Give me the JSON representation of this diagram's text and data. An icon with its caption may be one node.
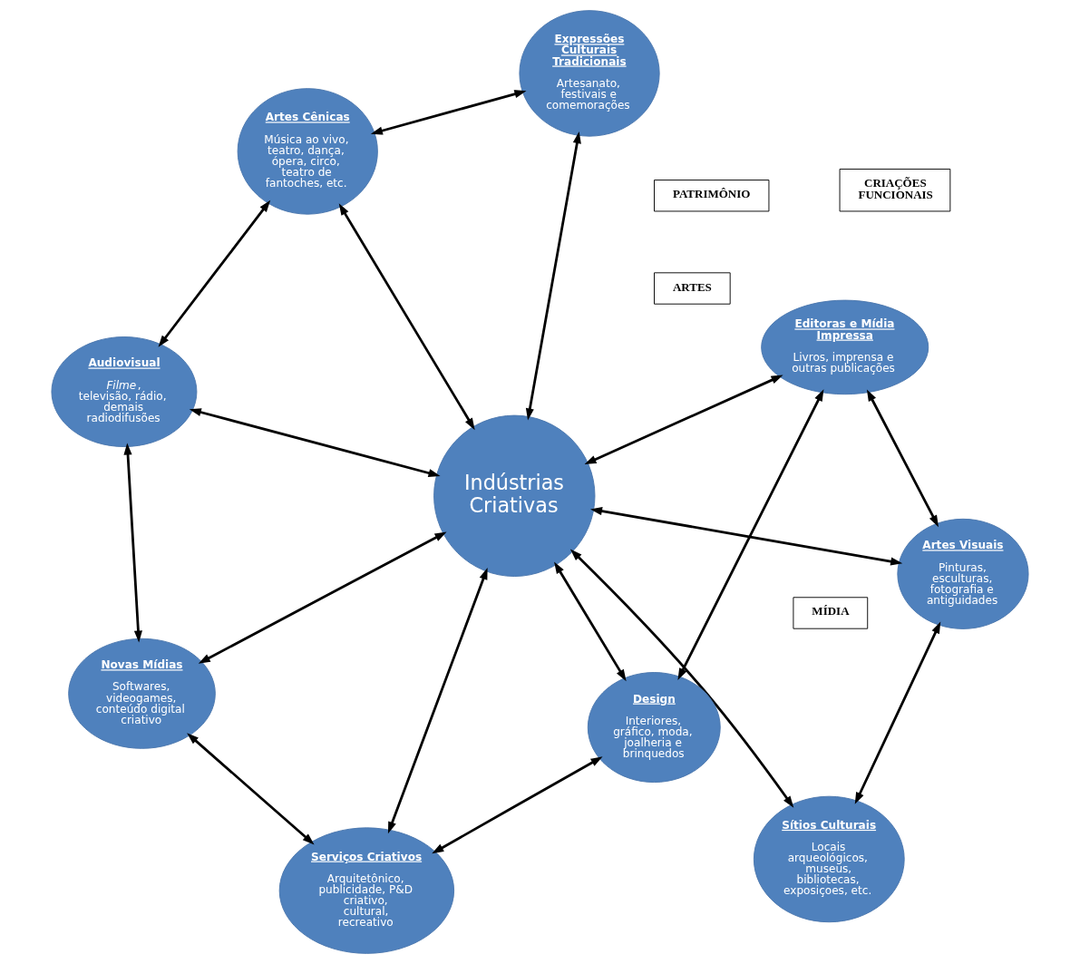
{
  "diagram": {
    "nodes": [
      {
        "text": [
          "Sítios Culturais",
          "Locais arqueológicos, museus, bibliotecas, exposiçoes, etc."
        ]
      },
      {
        "text": [
          "Expressões Culturais Tradicionais",
          "Artesanato, festivais e comemorações"
        ]
      },
      {
        "text": [
          "Artes Visuais",
          "Pinturas, esculturas, fotografia e antiguidades"
        ]
      },
      {
        "text": [
          "Artes Cênicas",
          "Música ao vivo, teatro, dança, ópera, circo, teatro de fantoches, etc."
        ]
      },
      {
        "text": [
          "Editoras e Mídia Impressa",
          "Livros, imprensa e outras publicações"
        ]
      },
      {
        "text": [
          "Indústrias Criativas"
        ]
      },
      {
        "text": [
          "Audiovisual",
          "*Filme*, televisão, rádio, demais radiodifusões"
        ]
      },
      {
        "text": [
          "Design",
          "Interiores, gráfico, moda, joalheria e brinquedos"
        ]
      },
      {
        "text": [
          "Novas Mídias",
          "Softwares, videogames, conteúdo digital criativo"
        ]
      },
      {
        "text": [
          "Serviços Criativos",
          "Arquitetônico, publicidade, P&D criativo, cultural, recreativo"
        ]
      },
      {
        "text": [
          "PATRIMÔNIO"
        ]
      },
      {
        "text": [
          "ARTES"
        ]
      },
      {
        "text": [
          "MÍDIA"
        ]
      },
      {
        "text": [
          "CRIAÇÕES FUNCIONAIS"
        ]
      }
    ],
    "edges": [
      {
        "from": 0,
        "to": 2,
        "arrow": "both"
      },
      {
        "from": 0,
        "to": 5,
        "arrow": "both"
      },
      {
        "from": 1,
        "to": 5,
        "arrow": "both"
      },
      {
        "from": 1,
        "to": 3,
        "arrow": "both"
      },
      {
        "from": 2,
        "to": 5,
        "arrow": "both"
      },
      {
        "from": 2,
        "to": 4,
        "arrow": "both"
      },
      {
        "from": 3,
        "to": 5,
        "arrow": "both"
      },
      {
        "from": 3,
        "to": 6,
        "arrow": "both"
      },
      {
        "from": 4,
        "to": 5,
        "arrow": "both"
      },
      {
        "from": 4,
        "to": 7,
        "arrow": "both"
      },
      {
        "from": 5,
        "to": 6,
        "arrow": "both"
      },
      {
        "from": 5,
        "to": 7,
        "arrow": "both"
      },
      {
        "from": 5,
        "to": 9,
        "arrow": "both"
      },
      {
        "from": 5,
        "to": 8,
        "arrow": "both"
      },
      {
        "from": 6,
        "to": 8,
        "arrow": "both"
      },
      {
        "from": 7,
        "to": 9,
        "arrow": "both"
      },
      {
        "from": 9,
        "to": 8,
        "arrow": "both"
      }
    ]
  }
}
